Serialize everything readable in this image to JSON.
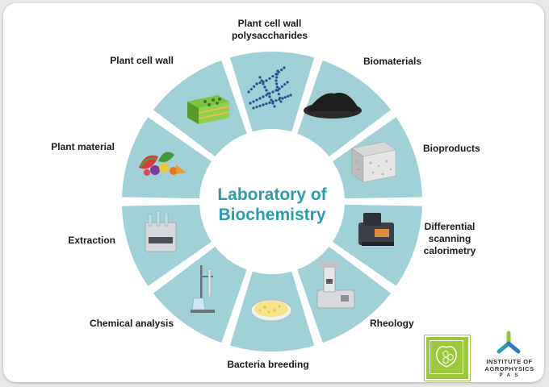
{
  "diagram": {
    "hub_text_line1": "Laboratory of",
    "hub_text_line2": "Biochemistry",
    "segments": [
      {
        "id": "polysaccharides",
        "line1": "Plant cell wall",
        "line2": "polysaccharides"
      },
      {
        "id": "biomaterials",
        "line1": "Biomaterials"
      },
      {
        "id": "bioproducts",
        "line1": "Bioproducts"
      },
      {
        "id": "dsc",
        "line1": "Differential",
        "line2": "scanning",
        "line3": "calorimetry"
      },
      {
        "id": "rheology",
        "line1": "Rheology"
      },
      {
        "id": "bacteria",
        "line1": "Bacteria breeding"
      },
      {
        "id": "chemical",
        "line1": "Chemical analysis"
      },
      {
        "id": "extraction",
        "line1": "Extraction"
      },
      {
        "id": "plant-material",
        "line1": "Plant material"
      },
      {
        "id": "plant-cell-wall",
        "line1": "Plant cell wall"
      }
    ]
  },
  "logos": {
    "institute_line1": "INSTITUTE OF",
    "institute_line2": "AGROPHYSICS",
    "institute_line3": "P A S"
  },
  "colors": {
    "ring": "#9fd0d6",
    "hub_text": "#2a9cb0",
    "logo_green": "#9ac93c"
  }
}
